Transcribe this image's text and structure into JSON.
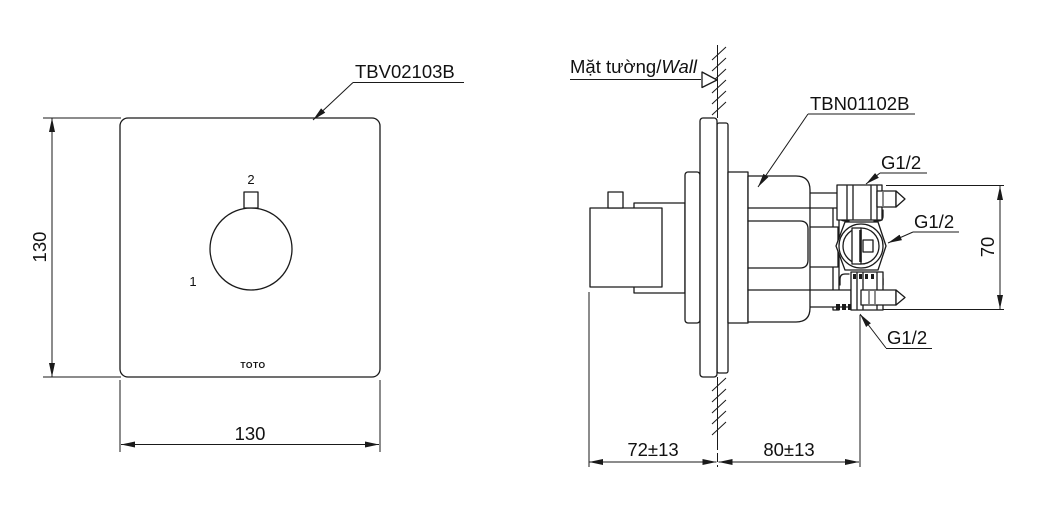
{
  "colors": {
    "line": "#1a1a1a",
    "background": "#ffffff"
  },
  "front_view": {
    "part_code": "TBV02103B",
    "height_mm": "130",
    "width_mm": "130",
    "handle_marker_top": "2",
    "handle_marker_left": "1",
    "brand_logo": "TOTO"
  },
  "side_view": {
    "wall_label_vi": "Mặt tường/",
    "wall_label_en": "Wall",
    "part_code": "TBN01102B",
    "thread_top": "G1/2",
    "thread_middle": "G1/2",
    "thread_bottom": "G1/2",
    "port_spacing_mm": "70",
    "front_offset_mm": "72±13",
    "wall_depth_mm": "80±13"
  }
}
